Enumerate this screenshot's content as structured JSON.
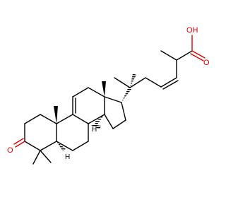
{
  "molecule": {
    "atom_labels": {
      "carboxyl": "OH",
      "carbonyl_o": "O",
      "ketone_o": "O",
      "h_c5": "H",
      "h_c14": "H"
    },
    "colors": {
      "bond": "#000000",
      "heteroatom": "#e00000"
    }
  }
}
